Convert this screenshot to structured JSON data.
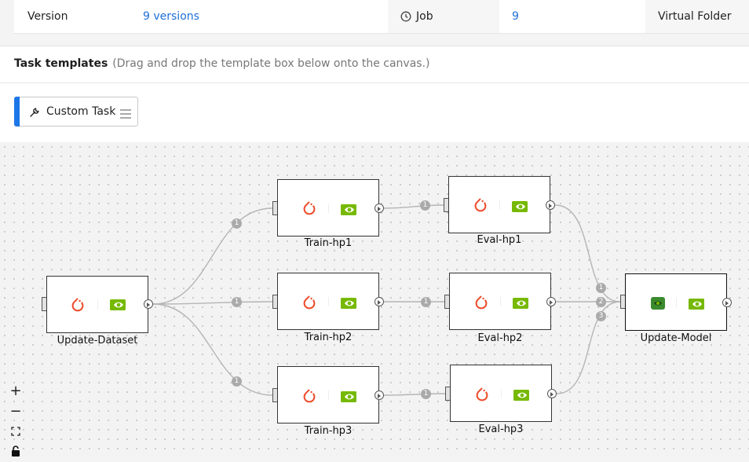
{
  "info_row": {
    "version_label": "Version",
    "version_value": "9 versions",
    "job_label": "Job",
    "job_value": "9",
    "folder_label": "Virtual Folder"
  },
  "templates": {
    "title": "Task templates",
    "hint": "(Drag and drop the template box below onto the canvas.)",
    "items": [
      {
        "label": "Custom Task"
      }
    ]
  },
  "nodes": {
    "update_dataset": "Update-Dataset",
    "train_hp1": "Train-hp1",
    "train_hp2": "Train-hp2",
    "train_hp3": "Train-hp3",
    "eval_hp1": "Eval-hp1",
    "eval_hp2": "Eval-hp2",
    "eval_hp3": "Eval-hp3",
    "update_model": "Update-Model"
  },
  "edge_badges": [
    "1",
    "1",
    "1",
    "1",
    "1",
    "1",
    "1",
    "2",
    "3"
  ],
  "zoom": {
    "in": "+",
    "out": "−"
  },
  "colors": {
    "pytorch": "#ee4c2c",
    "nvidia": "#76b900",
    "accent": "#1d76e8",
    "link": "#1d6fd6"
  }
}
